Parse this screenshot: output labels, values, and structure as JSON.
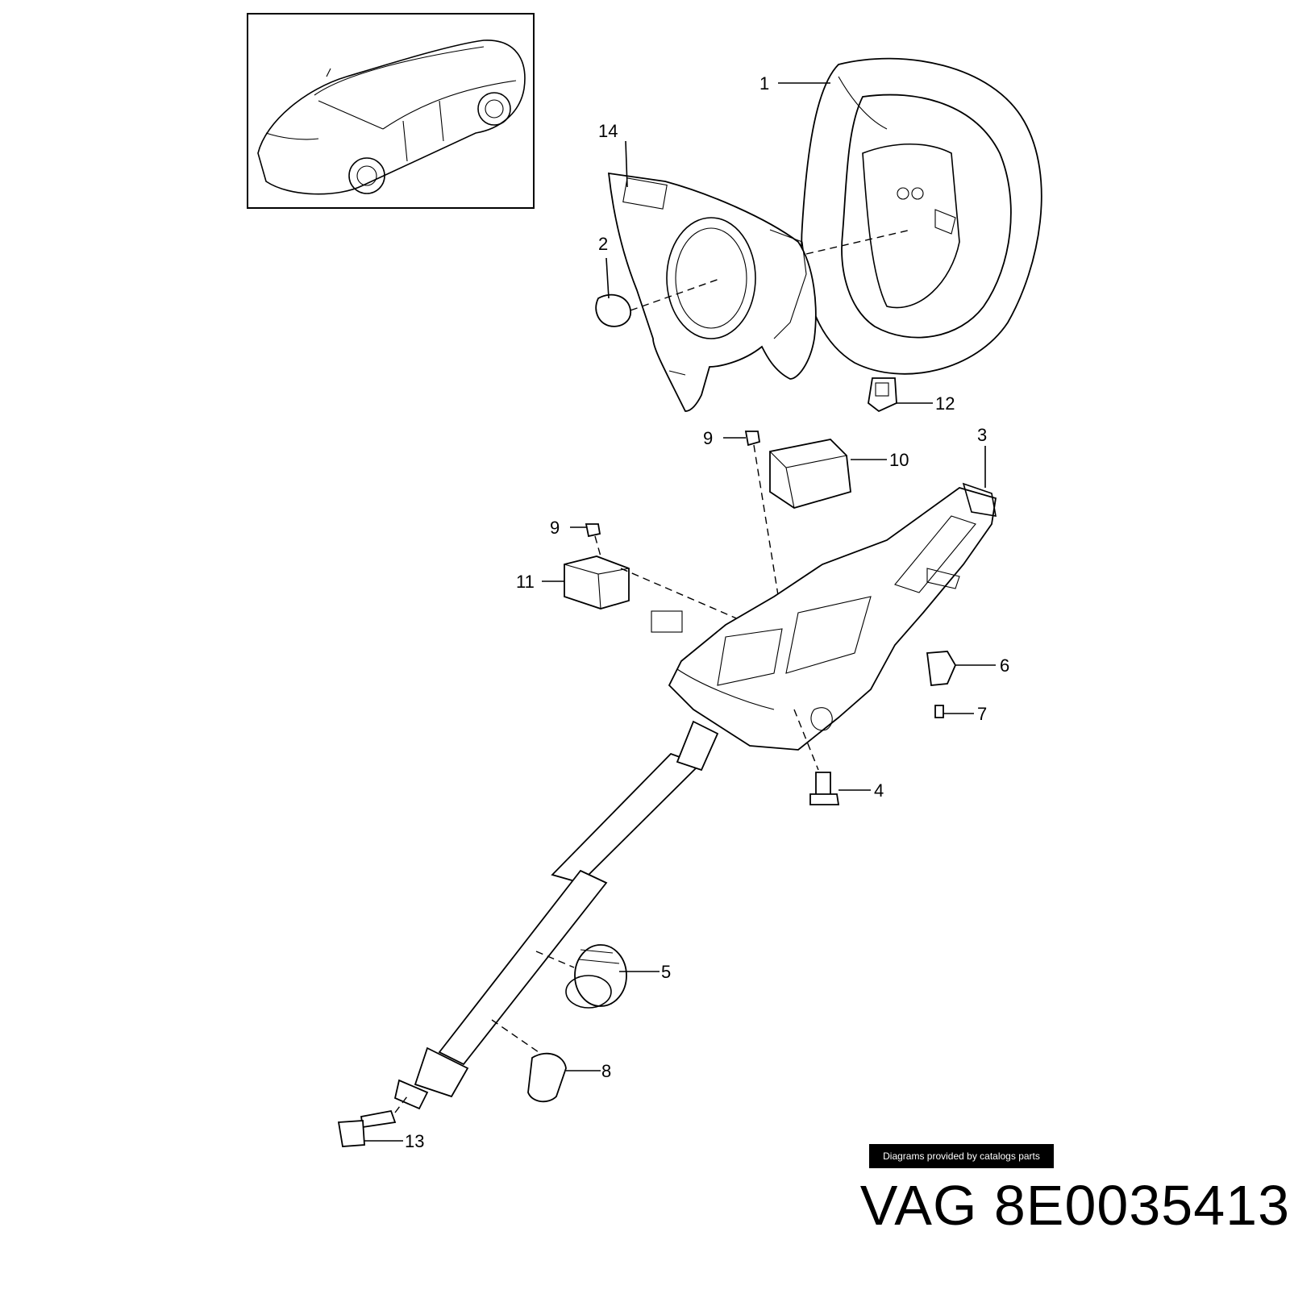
{
  "callouts": [
    {
      "id": "1",
      "label": "1"
    },
    {
      "id": "2",
      "label": "2"
    },
    {
      "id": "3",
      "label": "3"
    },
    {
      "id": "4",
      "label": "4"
    },
    {
      "id": "5",
      "label": "5"
    },
    {
      "id": "6",
      "label": "6"
    },
    {
      "id": "7",
      "label": "7"
    },
    {
      "id": "8",
      "label": "8"
    },
    {
      "id": "9a",
      "label": "9"
    },
    {
      "id": "9b",
      "label": "9"
    },
    {
      "id": "10",
      "label": "10"
    },
    {
      "id": "11",
      "label": "11"
    },
    {
      "id": "12",
      "label": "12"
    },
    {
      "id": "13",
      "label": "13"
    },
    {
      "id": "14",
      "label": "14"
    }
  ],
  "credit": "Diagrams provided by catalogs parts",
  "part_number": "VAG 8E0035413",
  "colors": {
    "ink": "#000000",
    "paper": "#ffffff",
    "badge": "#000000"
  }
}
